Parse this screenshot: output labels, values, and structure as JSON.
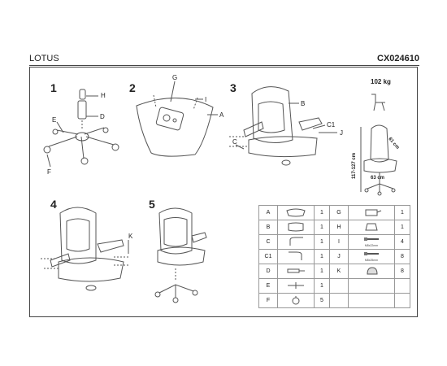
{
  "header": {
    "title": "LOTUS",
    "code": "CX024610"
  },
  "steps": [
    {
      "number": "1",
      "labels": [
        "H",
        "D",
        "E",
        "F"
      ]
    },
    {
      "number": "2",
      "labels": [
        "G",
        "I",
        "A"
      ]
    },
    {
      "number": "3",
      "labels": [
        "B",
        "C1",
        "J",
        "C"
      ]
    },
    {
      "number": "4",
      "labels": [
        "K"
      ]
    },
    {
      "number": "5",
      "labels": []
    }
  ],
  "specs": {
    "max_load": "102 kg",
    "width": "63 cm",
    "depth": "61 cm",
    "height": "117-127 cm"
  },
  "parts": [
    {
      "left": {
        "code": "A",
        "qty": "1"
      },
      "right": {
        "code": "G",
        "qty": "1",
        "note": ""
      }
    },
    {
      "left": {
        "code": "B",
        "qty": "1"
      },
      "right": {
        "code": "H",
        "qty": "1",
        "note": ""
      }
    },
    {
      "left": {
        "code": "C",
        "qty": "1"
      },
      "right": {
        "code": "I",
        "qty": "4",
        "note": "M8x22mm"
      }
    },
    {
      "left": {
        "code": "C1",
        "qty": "1"
      },
      "right": {
        "code": "J",
        "qty": "8",
        "note": "M8x25mm"
      }
    },
    {
      "left": {
        "code": "D",
        "qty": "1"
      },
      "right": {
        "code": "K",
        "qty": "8",
        "note": ""
      }
    },
    {
      "left": {
        "code": "E",
        "qty": "1"
      },
      "right": null
    },
    {
      "left": {
        "code": "F",
        "qty": "5"
      },
      "right": null
    }
  ]
}
